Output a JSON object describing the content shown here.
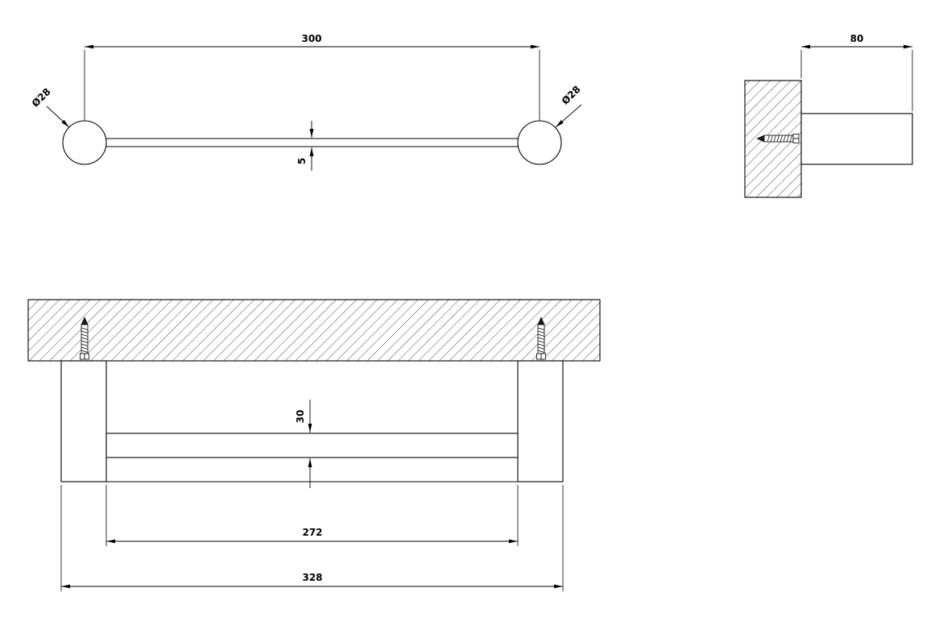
{
  "colors": {
    "background": "#ffffff",
    "line": "#000000"
  },
  "drawing": {
    "top_view": {
      "length": "300",
      "diameter_left": "Ø28",
      "diameter_right": "Ø28",
      "thickness": "5"
    },
    "side_view": {
      "depth": "80"
    },
    "front_view": {
      "bar_height": "30",
      "inner_span": "272",
      "outer_span": "328"
    }
  }
}
